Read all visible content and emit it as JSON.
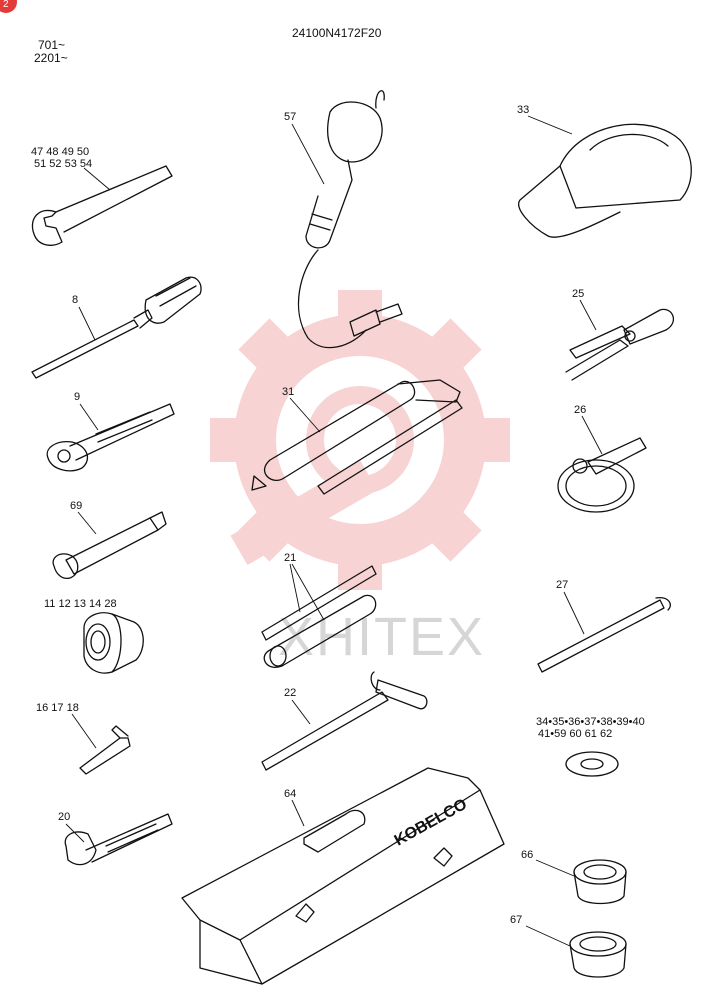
{
  "header": {
    "part_number": "24100N4172F20",
    "serial_line_1": "701~",
    "serial_line_2": "2201~"
  },
  "watermark": {
    "text": "XHITEX",
    "logo_color": "#f2b0b0"
  },
  "box_brand": "KOBELCO",
  "callouts": {
    "c57": "57",
    "c33": "33",
    "wrench_row1": "47  48  49  50",
    "wrench_row2": "51  52  53  54",
    "c8": "8",
    "c25": "25",
    "c9": "9",
    "c31": "31",
    "c26": "26",
    "c69": "69",
    "c21": "21",
    "socket": "11  12  13  14  28",
    "c27": "27",
    "hex": "16  17  18",
    "c22": "22",
    "washer_row1": "34•35•36•37•38•39•40",
    "washer_row2": "41•59  60  61  62",
    "c20": "20",
    "c64": "64",
    "c66": "66",
    "c67": "67"
  },
  "corner_badge": "2"
}
